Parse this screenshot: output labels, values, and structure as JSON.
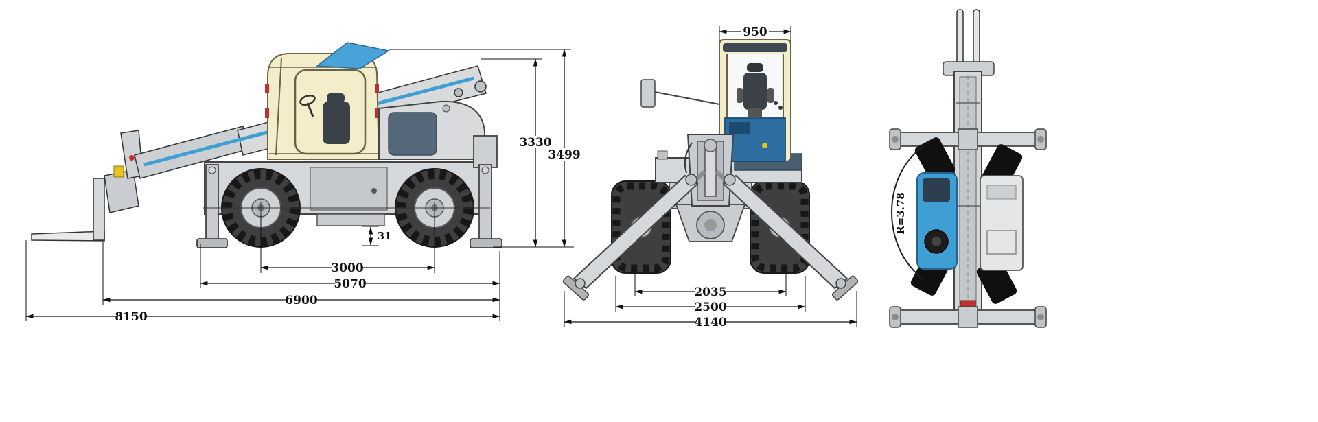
{
  "colors": {
    "outline": "#1a1a1a",
    "body_light": "#d5d8da",
    "body_mid": "#c9ccd0",
    "cab_cream": "#f3edc9",
    "accent_blue": "#3f9fd4",
    "panel_blue": "#2e6da0",
    "accent_red": "#c03030",
    "accent_yellow": "#e8c51f",
    "tire_black": "#2b2b2b",
    "dim_color": "#111111"
  },
  "side_view": {
    "dims": {
      "boom_height": "3330",
      "overall_height": "3499",
      "ground_clearance": "31",
      "wheelbase": "3000",
      "frame_length": "5070",
      "body_length": "6900",
      "overall_length": "8150"
    }
  },
  "front_view": {
    "dims": {
      "cab_width": "950",
      "track_width": "2035",
      "overall_width": "2500",
      "stabilizer_span": "4140"
    }
  },
  "top_view": {
    "dims": {
      "turning_radius": "R=3.78"
    }
  }
}
